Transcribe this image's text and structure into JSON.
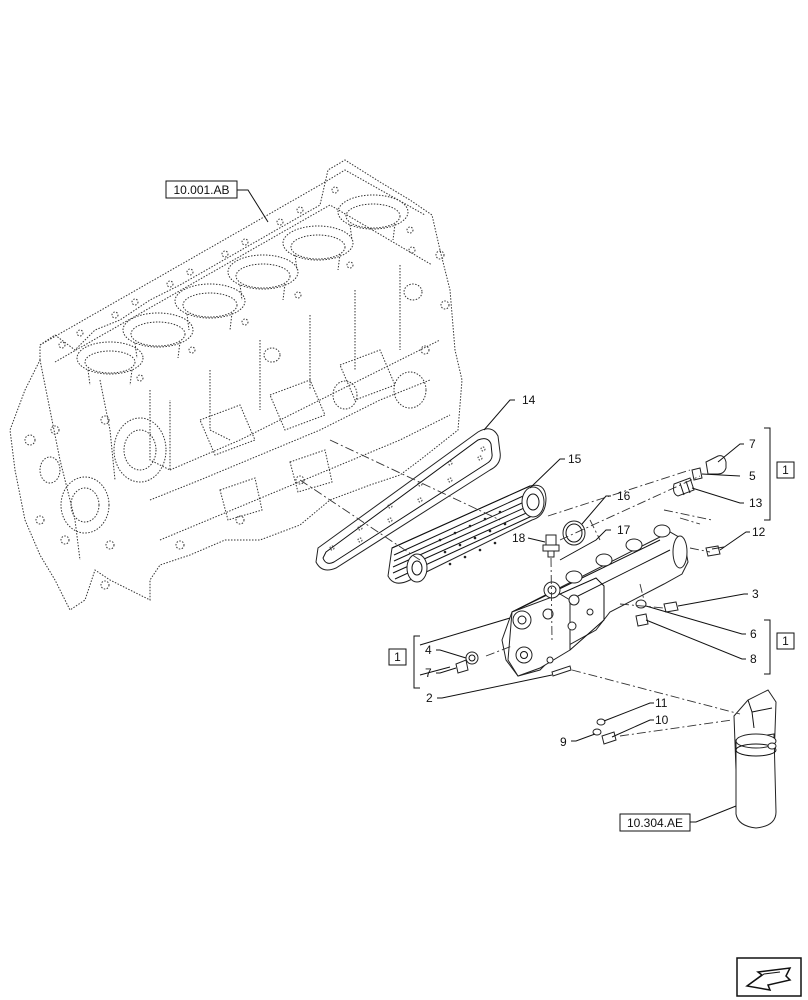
{
  "refs": {
    "engine_block": "10.001.AB",
    "oil_filter": "10.304.AE"
  },
  "callouts": {
    "c14": "14",
    "c15": "15",
    "c16": "16",
    "c17": "17",
    "c18": "18",
    "c7_top": "7",
    "c5": "5",
    "c13": "13",
    "kit_top": "1",
    "c12": "12",
    "c3": "3",
    "c6": "6",
    "c8": "8",
    "kit_right": "1",
    "c4": "4",
    "c7_left": "7",
    "kit_left": "1",
    "c2": "2",
    "c11": "11",
    "c10": "10",
    "c9": "9"
  },
  "icons": {
    "corner": "arrow-icon"
  }
}
